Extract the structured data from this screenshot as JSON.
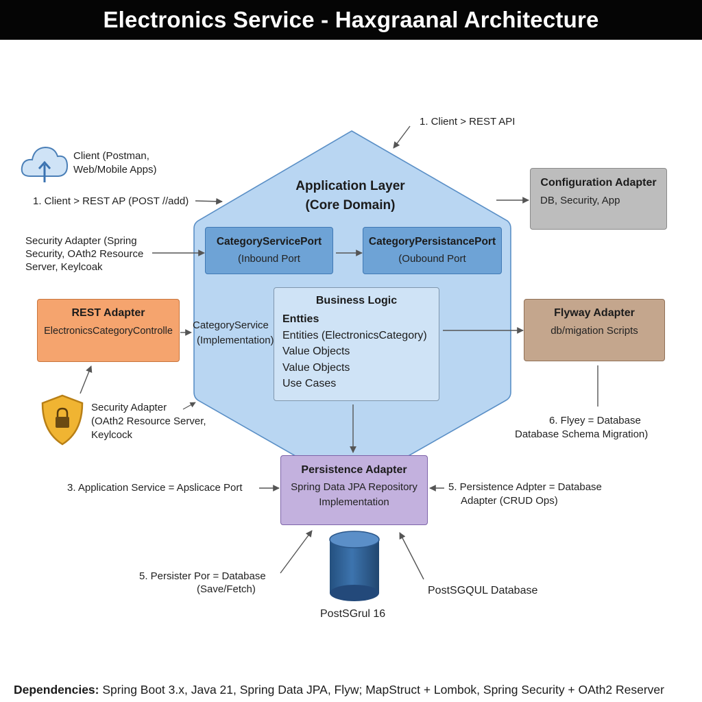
{
  "title": "Electronics Service - Haxgraanal Architecture",
  "client": {
    "line1": "Client (Postman,",
    "line2": "Web/Mobile Apps)"
  },
  "flow_labels": {
    "client_rest_top": "1. Client > REST API",
    "client_rest_left": "1. Client > REST AP (POST //add)",
    "app_service": "3. Application Service = Apslicace Port",
    "persister_port_1": "5. Persister Por = Database",
    "persister_port_2": "(Save/Fetch)",
    "persistence_db_1": "5. Persistence Adpter = Database",
    "persistence_db_2": "Adapter (CRUD Ops)",
    "flyway_db_1": "6. Flyey = Database",
    "flyway_db_2": "Database Schema Migration)"
  },
  "security_left": {
    "line1": "Security Adapter (Spring",
    "line2": "Security, OAth2 Resource",
    "line3": "Server, Keylcoak"
  },
  "security_bottom": {
    "line1": "Security Adapter",
    "line2": "(OAth2 Resource Server,",
    "line3": "Keylcock"
  },
  "application_layer": {
    "title": "Application Layer",
    "subtitle": "(Core Domain)"
  },
  "ports": {
    "inbound": {
      "title": "CategoryServicePort",
      "subtitle": "(Inbound Port"
    },
    "outbound": {
      "title": "CategoryPersistancePort",
      "subtitle": "(Oubound Port"
    }
  },
  "category_service": {
    "line1": "CategoryService",
    "line2": "(Implementation)"
  },
  "business_logic": {
    "title": "Business Logic",
    "items": [
      "Entties",
      "Entities (ElectronicsCategory)",
      "Value Objects",
      "Value Objects",
      "Use Cases"
    ]
  },
  "rest_adapter": {
    "title": "REST Adapter",
    "subtitle": "ElectronicsCategoryControlle"
  },
  "config_adapter": {
    "title": "Configuration Adapter",
    "subtitle": "DB, Security, App"
  },
  "flyway_adapter": {
    "title": "Flyway Adapter",
    "subtitle": "db/migation Scripts"
  },
  "persistence_adapter": {
    "title": "Persistence Adapter",
    "line1": "Spring Data JPA Repository",
    "line2": "Implementation"
  },
  "database": {
    "version": "PostSGrul 16",
    "label": "PostSGQUL Database"
  },
  "dependencies": {
    "label": "Dependencies:",
    "text": " Spring Boot 3.x, Java 21, Spring Data JPA, Flyw; MapStruct + Lombok, Spring Security + OAth2 Reserver"
  },
  "colors": {
    "hexagon_fill": "#b9d6f2",
    "port_fill": "#6ea3d6",
    "rest_fill": "#f5a46e",
    "config_fill": "#bdbdbd",
    "flyway_fill": "#c4a68d",
    "persistence_fill": "#c3b1de",
    "database_fill": "#2e5f97",
    "shield_fill": "#f0b432"
  },
  "icons": [
    "cloud-upload-icon",
    "shield-lock-icon",
    "database-cylinder-icon"
  ]
}
